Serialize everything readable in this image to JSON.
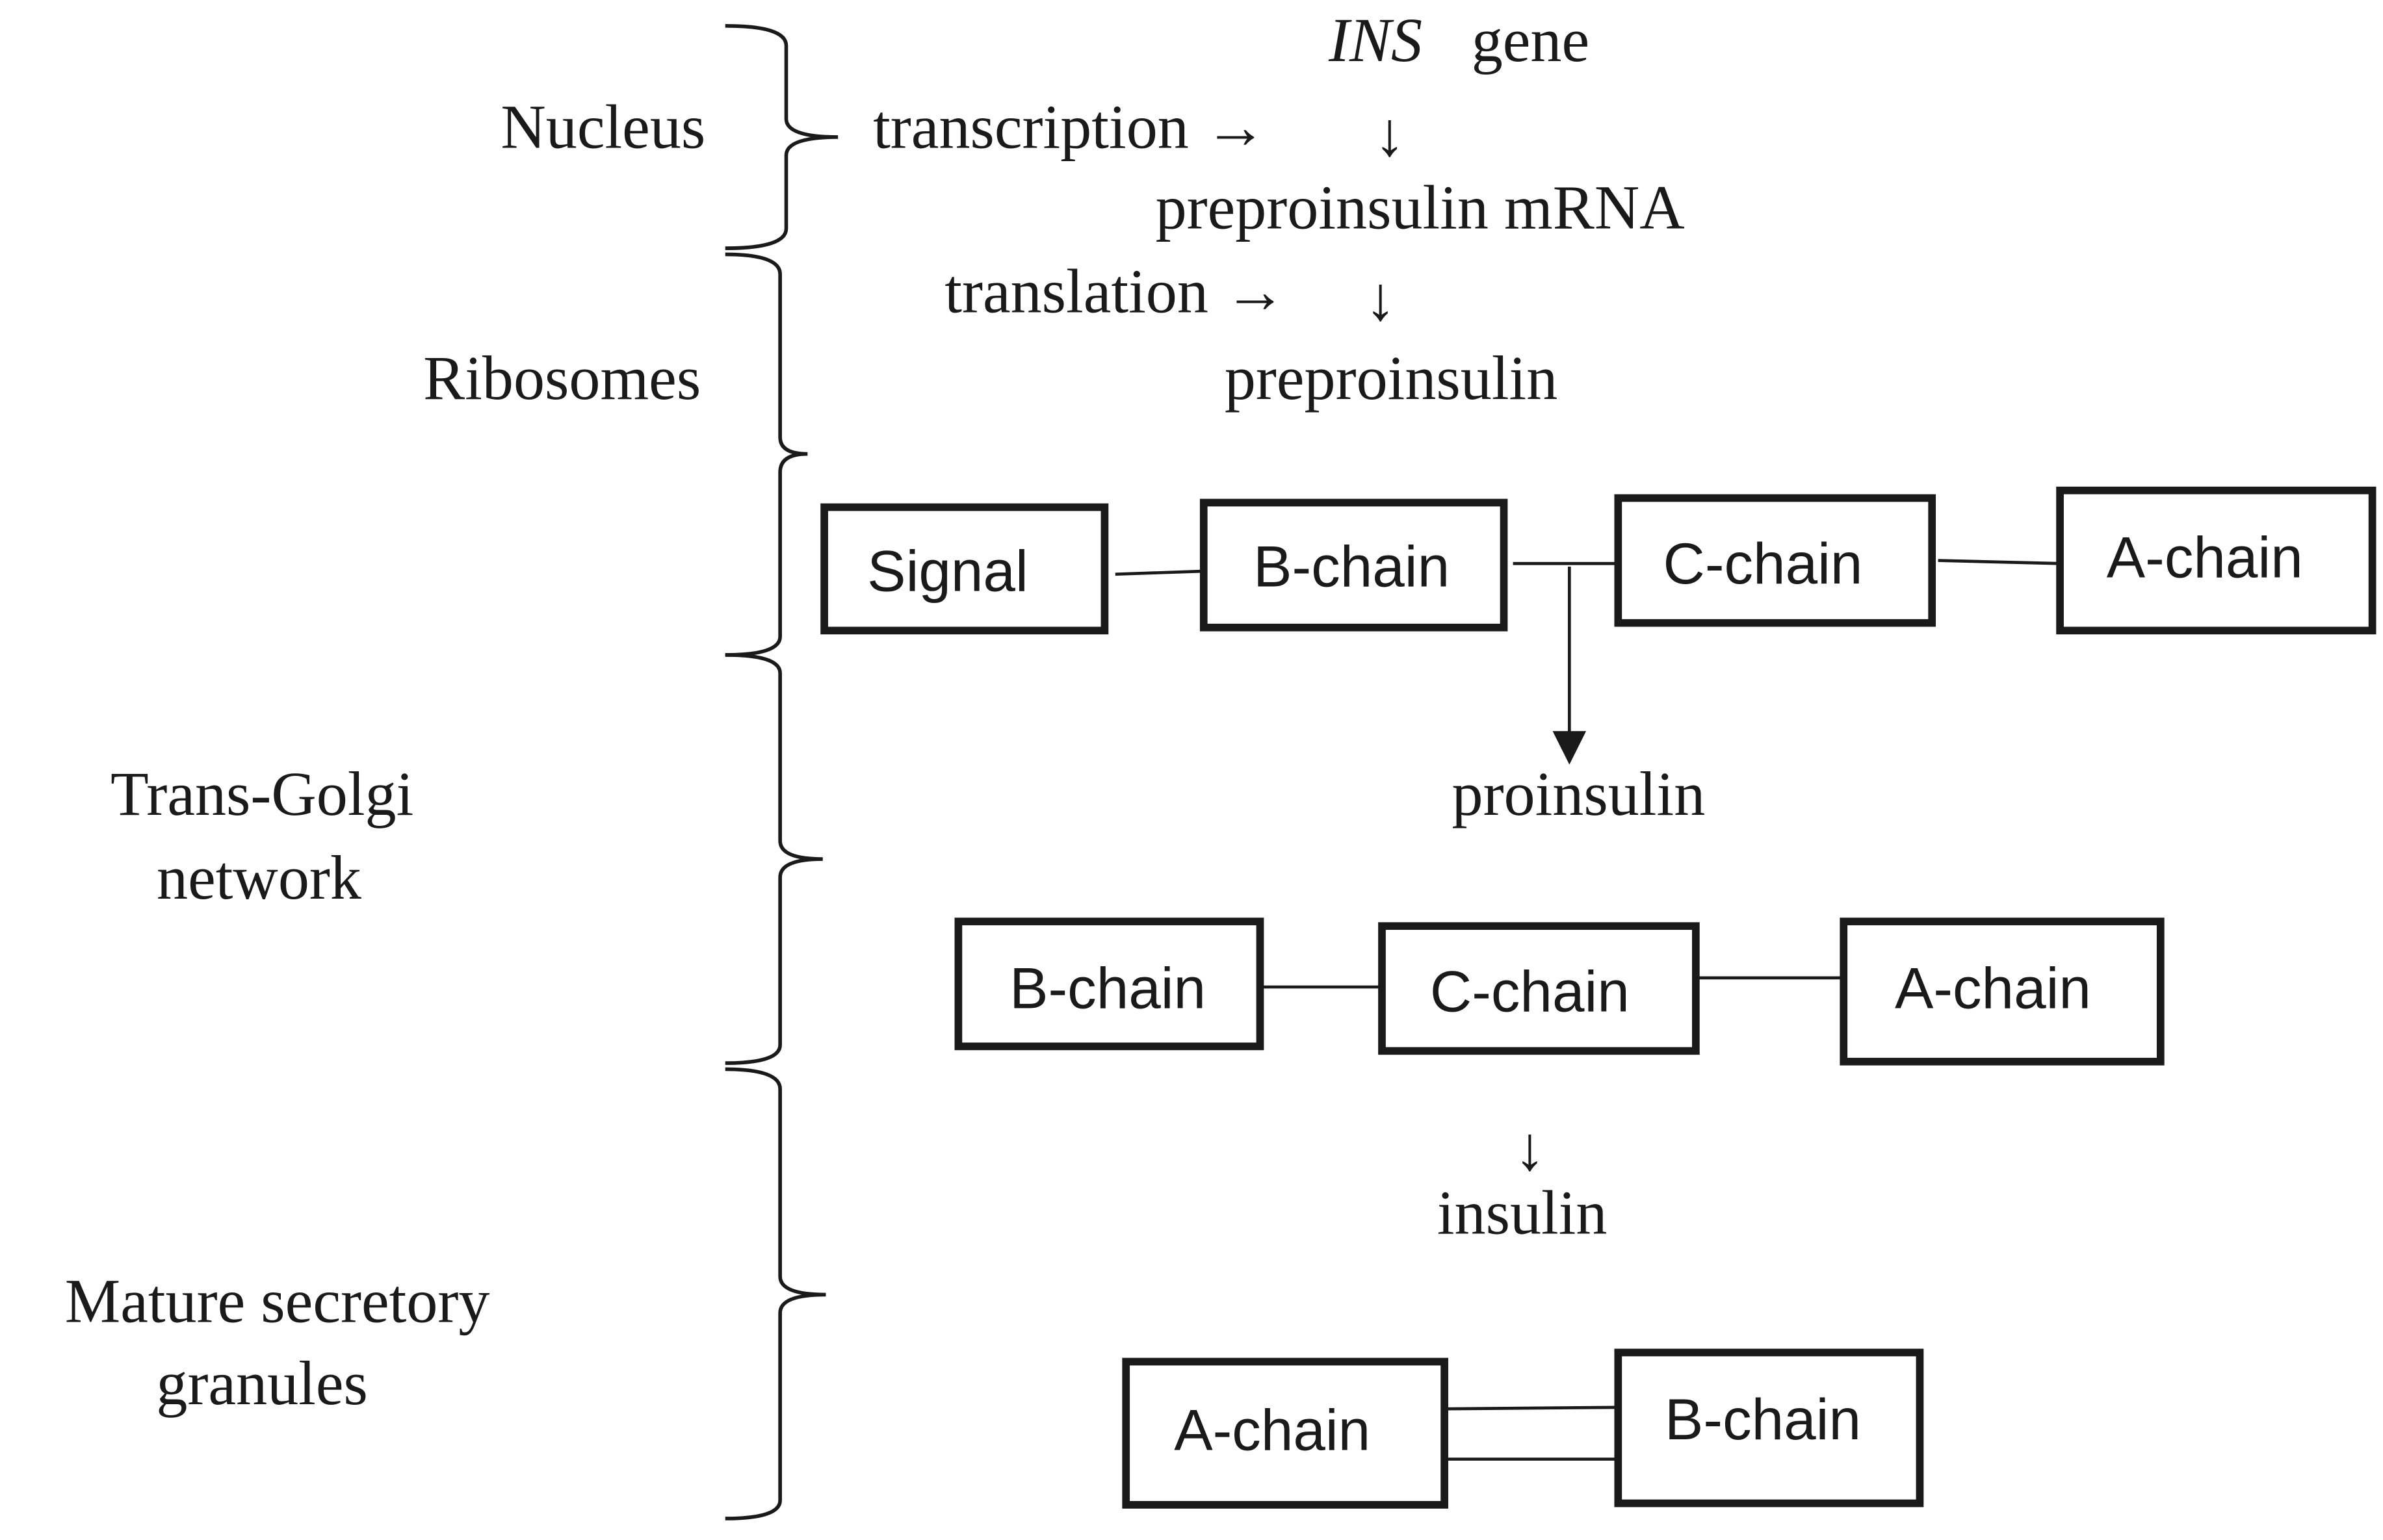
{
  "compartments": {
    "nucleus": "Nucleus",
    "ribosomes": "Ribosomes",
    "trans_golgi_line1": "Trans-Golgi",
    "trans_golgi_line2": "network",
    "granules_line1": "Mature secretory",
    "granules_line2": "granules"
  },
  "pathway": {
    "gene_name": "INS",
    "gene_suffix": "gene",
    "transcription": "transcription →",
    "down_arrow": "↓",
    "mrna": "preproinsulin mRNA",
    "translation": "translation →",
    "preproinsulin": "preproinsulin",
    "proinsulin": "proinsulin",
    "insulin": "insulin"
  },
  "preproinsulin_chains": [
    "Signal",
    "B-chain",
    "C-chain",
    "A-chain"
  ],
  "proinsulin_chains": [
    "B-chain",
    "C-chain",
    "A-chain"
  ],
  "insulin_chains": [
    "A-chain",
    "B-chain"
  ]
}
